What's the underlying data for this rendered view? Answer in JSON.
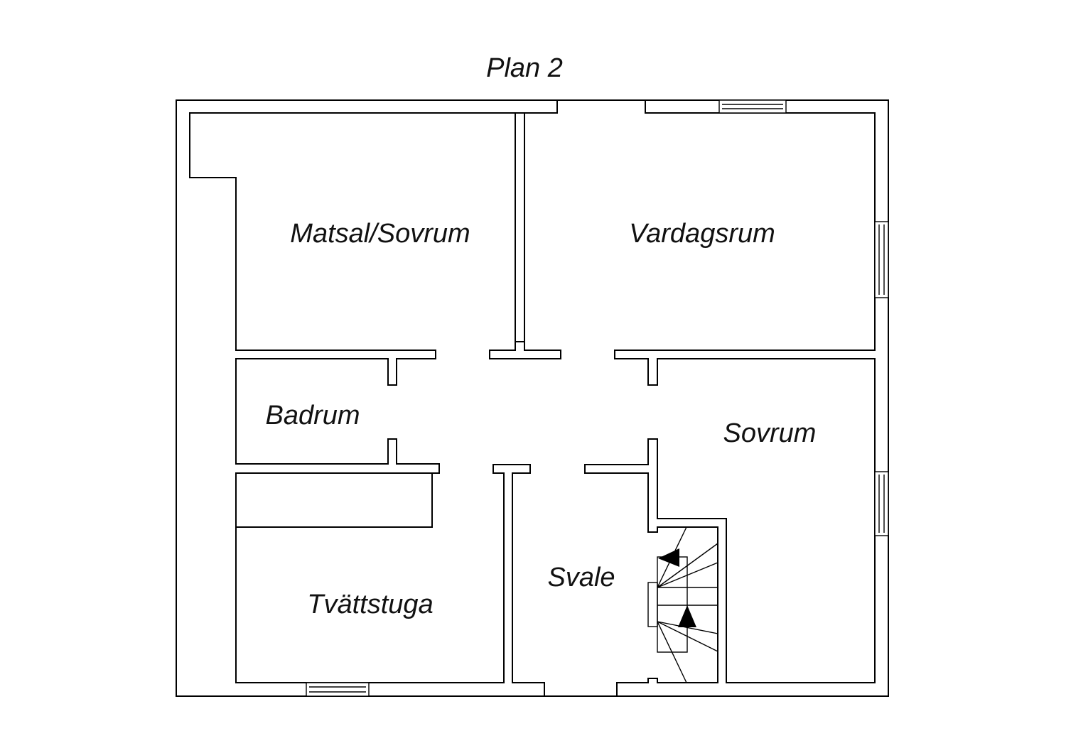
{
  "title": "Plan 2",
  "rooms": {
    "matsal": "Matsal/Sovrum",
    "vardagsrum": "Vardagsrum",
    "badrum": "Badrum",
    "sovrum": "Sovrum",
    "tvattstuga": "Tvättstuga",
    "svale": "Svale"
  },
  "colors": {
    "line": "#000000",
    "background": "#ffffff"
  }
}
